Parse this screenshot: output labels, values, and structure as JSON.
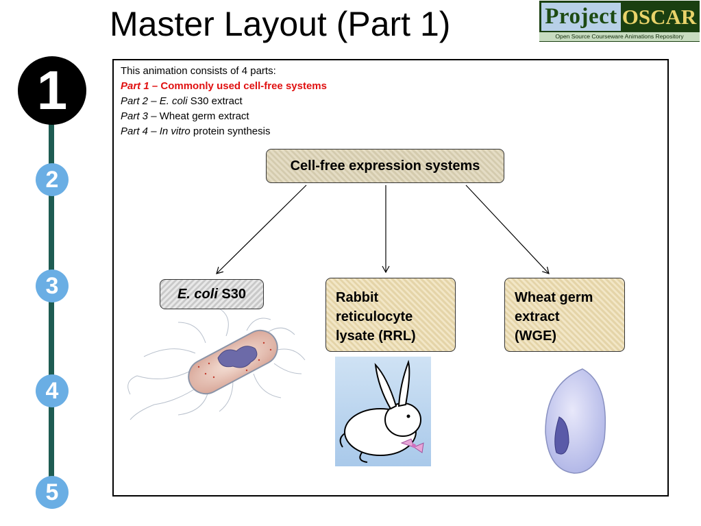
{
  "title": "Master Layout (Part 1)",
  "logo": {
    "project": "Project",
    "oscar": "OSCAR",
    "subtitle": "Open Source Courseware Animations Repository"
  },
  "steps": {
    "active": "1",
    "s2": "2",
    "s3": "3",
    "s4": "4",
    "s5": "5"
  },
  "intro": {
    "line0": "This animation consists of 4 parts:",
    "p1_label": "Part 1",
    "p1_sep": " – ",
    "p1_text": "Commonly used cell-free systems",
    "p2_label": "Part 2",
    "p2_sep": " – ",
    "p2_italic": "E. coli",
    "p2_text": " S30 extract",
    "p3_label": "Part 3",
    "p3_text": " – Wheat germ extract",
    "p4_label": "Part 4",
    "p4_sep": " – ",
    "p4_italic": "In vitro",
    "p4_text": " protein synthesis"
  },
  "diagram": {
    "root": "Cell-free expression systems",
    "ecoli_italic": "E. coli",
    "ecoli_text": " S30",
    "rrl_lines": [
      "Rabbit",
      "reticulocyte",
      "lysate (RRL)"
    ],
    "wge_lines": [
      "Wheat germ",
      "extract",
      "(WGE)"
    ]
  },
  "colors": {
    "rail": "#1e5c52",
    "step_active": "#000000",
    "step_inactive": "#6aaee4",
    "highlight_red": "#e01010"
  }
}
